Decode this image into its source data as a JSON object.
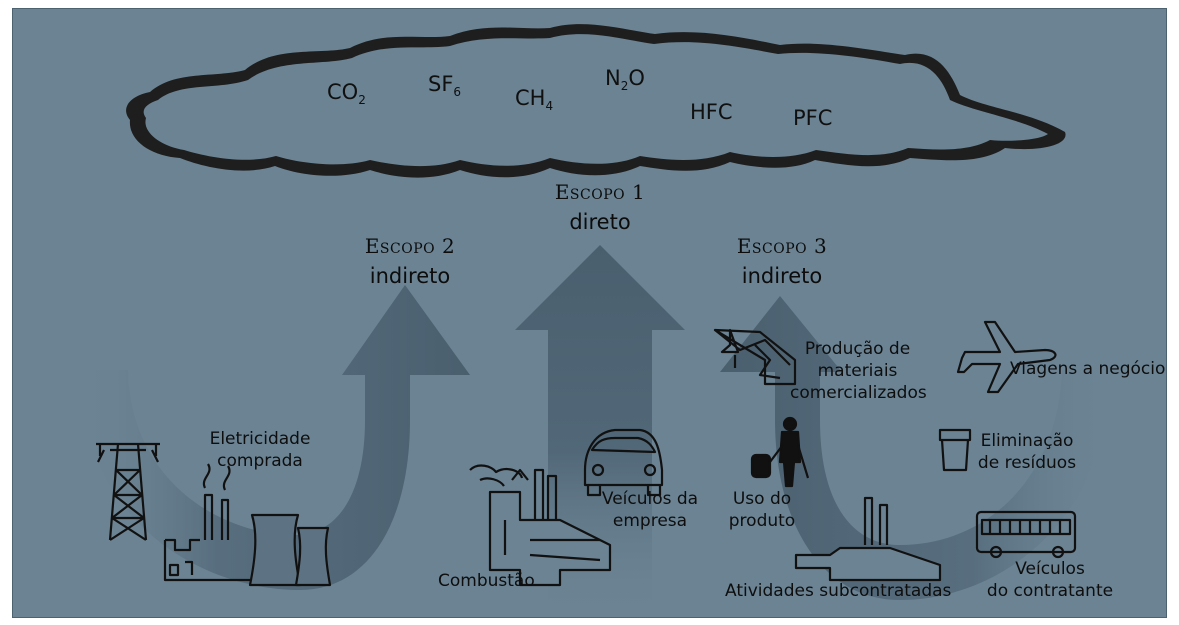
{
  "gases": {
    "co2": {
      "base": "CO",
      "sub": "2"
    },
    "sf6": {
      "base": "SF",
      "sub": "6"
    },
    "ch4": {
      "base": "CH",
      "sub": "4"
    },
    "n2o": {
      "base": "N",
      "sub": "2",
      "tail": "O"
    },
    "hfc": {
      "base": "HFC"
    },
    "pfc": {
      "base": "PFC"
    }
  },
  "scopes": {
    "scope1": {
      "title": "Escopo 1",
      "type": "direto"
    },
    "scope2": {
      "title": "Escopo 2",
      "type": "indireto"
    },
    "scope3": {
      "title": "Escopo 3",
      "type": "indireto"
    }
  },
  "sources": {
    "electricity": [
      "Eletricidade",
      "comprada"
    ],
    "combustion": [
      "Combustão"
    ],
    "company_vehicles": [
      "Veículos da",
      "empresa"
    ],
    "materials": [
      "Produção de",
      "materiais",
      "comercializados"
    ],
    "business_travel": [
      "Viagens a negócio"
    ],
    "waste": [
      "Eliminação",
      "de resíduos"
    ],
    "product_use": [
      "Uso do",
      "produto"
    ],
    "subcontracted": [
      "Atividades subcontratadas"
    ],
    "contractor_vehicles": [
      "Veículos",
      "do contratante"
    ]
  },
  "colors": {
    "background": "#6b8393",
    "arrow": "#4b6070",
    "ink": "#111111",
    "cloud_shadow": "#222222",
    "cloud_fill": "#6b8393"
  }
}
